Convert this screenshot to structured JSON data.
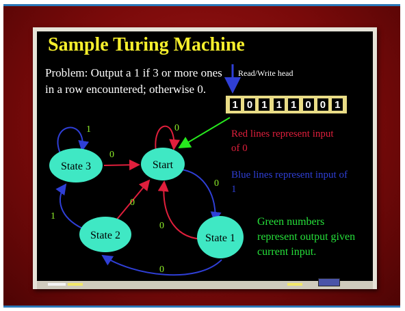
{
  "slide": {
    "title": "Sample Turing Machine",
    "problem": "Problem: Output a 1 if  3 or more ones in a row encountered; otherwise 0.",
    "head_label": "Read/Write head",
    "tape": [
      "1",
      "0",
      "1",
      "1",
      "1",
      "0",
      "0",
      "1"
    ],
    "legend": {
      "red": "Red lines represent input of 0",
      "blue": "Blue lines represent input of 1",
      "green": "Green numbers represent output given current input."
    },
    "states": {
      "start": "Start",
      "state1": "State 1",
      "state2": "State 2",
      "state3": "State 3"
    },
    "outputs": {
      "start_self": "0",
      "state3_self": "1",
      "state3_to_start": "0",
      "start_to_state1": "0",
      "state1_to_start": "0",
      "state2_to_start": "0",
      "state2_to_state3": "1",
      "state1_to_state2": "0"
    },
    "colors": {
      "title": "#f6ef2c",
      "red_edge": "#e01f3c",
      "blue_edge": "#2f3fd6",
      "green_output": "#8ff02a",
      "state_fill": "#3fe8c4",
      "pointer": "#27e81e"
    }
  }
}
